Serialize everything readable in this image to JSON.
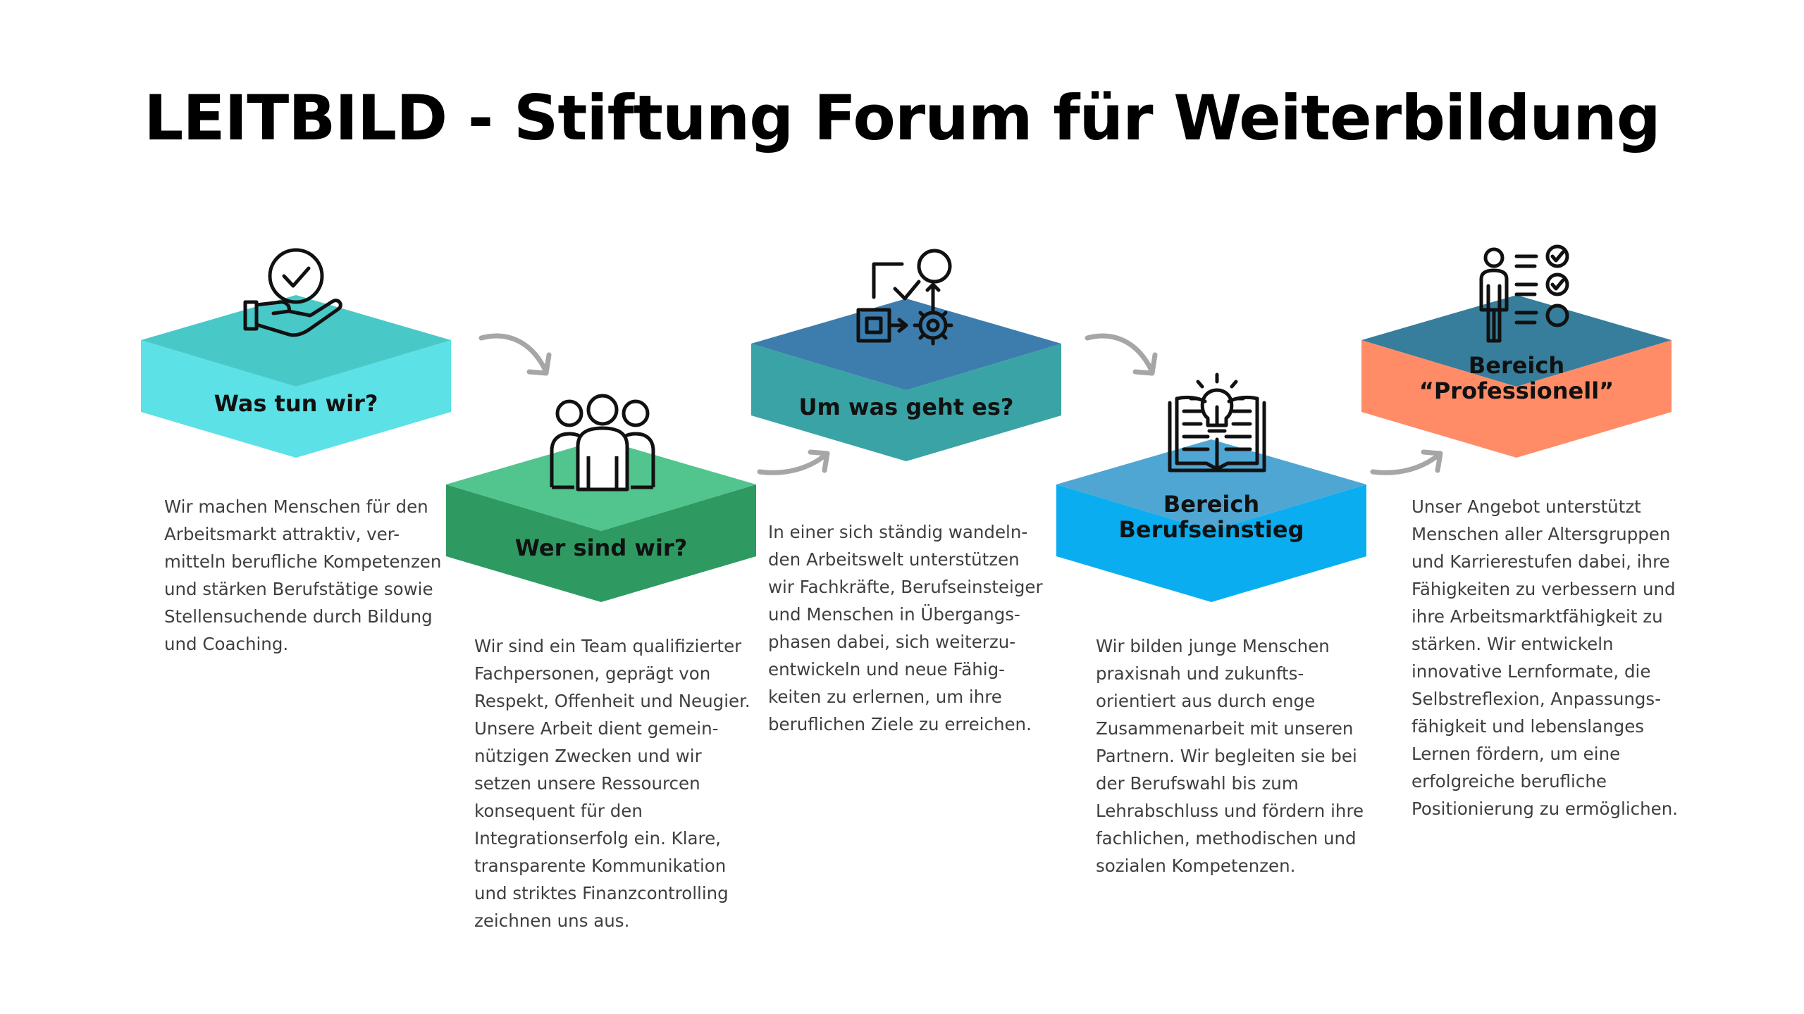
{
  "title": "LEITBILD - Stiftung Forum für Weiterbildung",
  "colors": {
    "step1_top": "#49C8C8",
    "step1_front": "#5CE1E6",
    "step2_top": "#52C48E",
    "step2_front": "#2E9A62",
    "step3_top": "#3C7DAE",
    "step3_front": "#3AA3A6",
    "step4_top": "#4FA6D2",
    "step4_front": "#0AAEF0",
    "step5_top": "#367E9C",
    "step5_front": "#FF8C66",
    "arrow": "#A6A6A6",
    "icon_stroke": "#111111",
    "text": "#3f3f3f"
  },
  "steps": [
    {
      "label": "Was tun wir?",
      "icon": "hand-with-checkmark-icon",
      "description": "Wir machen Menschen für den\nArbeitsmarkt attraktiv, ver-\nmitteln berufliche Kompetenzen\nund stärken Berufstätige sowie\nStellensuchende durch Bildung\nund Coaching."
    },
    {
      "label": "Wer sind wir?",
      "icon": "team-people-icon",
      "description": "Wir sind ein Team qualifizierter\nFachpersonen, geprägt von\nRespekt, Offenheit und Neugier.\nUnsere Arbeit dient gemein-\nnützigen Zwecken und wir\nsetzen unsere Ressourcen\nkonsequent für den\nIntegrationserfolg ein. Klare,\ntransparente Kommunikation\nund striktes Finanzcontrolling\nzeichnen uns aus."
    },
    {
      "label": "Um was geht es?",
      "icon": "process-workflow-icon",
      "description": "In einer sich ständig wandeln-\nden Arbeitswelt unterstützen\nwir Fachkräfte, Berufseinsteiger\nund Menschen in Übergangs-\nphasen dabei, sich weiterzu-\nentwickeln und neue Fähig-\nkeiten zu erlernen, um ihre\nberuflichen Ziele zu erreichen."
    },
    {
      "label": "Bereich\nBerufseinstieg",
      "icon": "book-lightbulb-icon",
      "description": "Wir bilden junge Menschen\npraxisnah und zukunfts-\norientiert aus durch enge\nZusammenarbeit mit unseren\nPartnern. Wir begleiten sie bei\nder Berufswahl bis zum\nLehrabschluss und fördern ihre\nfachlichen, methodischen und\nsozialen Kompetenzen."
    },
    {
      "label": "Bereich\n“Professionell”",
      "icon": "person-checklist-icon",
      "description": "Unser Angebot unterstützt\nMenschen aller Altersgruppen\nund Karrierestufen dabei, ihre\nFähigkeiten zu verbessern und\nihre Arbeitsmarktfähigkeit zu\nstärken. Wir entwickeln\ninnovative Lernformate, die\nSelbstreflexion, Anpassungs-\nfähigkeit und lebenslanges\nLernen fördern, um eine\nerfolgreiche berufliche\nPositionierung zu ermöglichen."
    }
  ]
}
